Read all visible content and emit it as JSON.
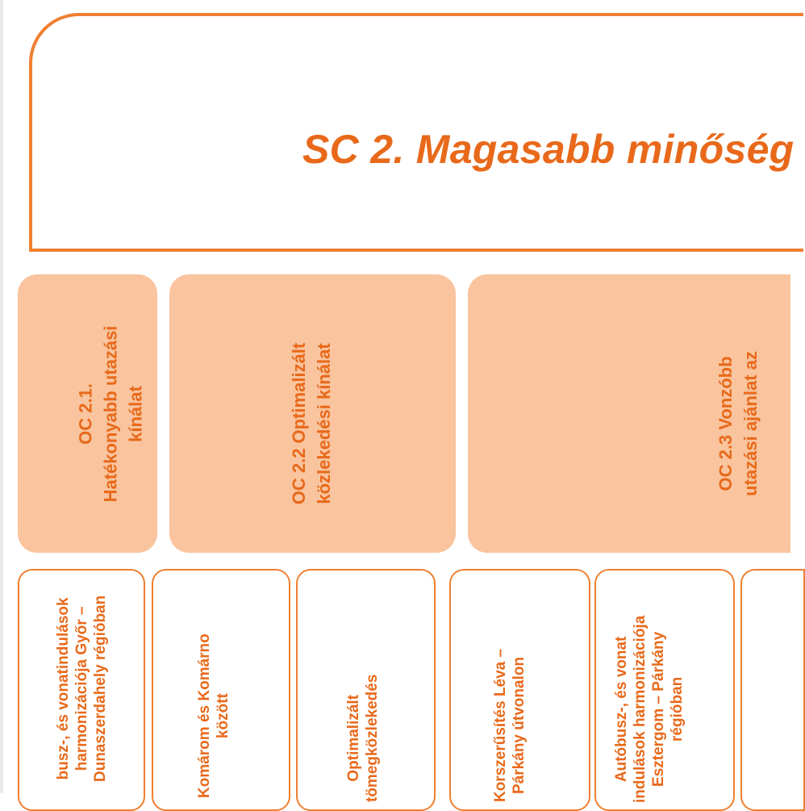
{
  "header": {
    "title": "SC 2. Magasabb minőség"
  },
  "oc_boxes": [
    {
      "label_lines": [
        "OC 2.1.",
        "Hatékonyabb utazási",
        "kínálat"
      ]
    },
    {
      "label_lines": [
        "OC 2.2 Optimalizált",
        "közlekedési kínálat"
      ]
    },
    {
      "label_lines": [
        "OC 2.3   Vonzóbb",
        "utazási ajánlat az"
      ]
    }
  ],
  "activities": [
    {
      "label_lines": [
        "busz-, és vonatindulások",
        "harmonizációja Győr –",
        "Dunaszerdahely régióban"
      ]
    },
    {
      "label_lines": [
        "Komárom és Komárno",
        "között"
      ]
    },
    {
      "label_lines": [
        "Optimalizált",
        "tömegközlekedés"
      ]
    },
    {
      "label_lines": [
        "Korszerűsítés Léva –",
        "Párkány útvonalon"
      ]
    },
    {
      "label_lines": [
        "Autóbusz-, és vonat",
        "indulások harmonizációja",
        "Esztergom – Párkány",
        "régióban"
      ]
    },
    {
      "label_lines": [
        ""
      ]
    }
  ],
  "colors": {
    "accent": "#e8691a",
    "border": "#f07f31",
    "fill": "#f9c49e"
  }
}
